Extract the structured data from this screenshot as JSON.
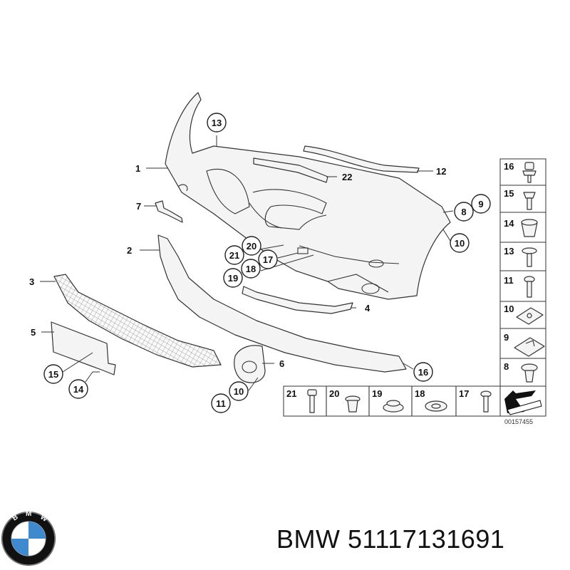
{
  "diagram": {
    "callouts": [
      {
        "id": "c13a",
        "text": "13"
      },
      {
        "id": "c9",
        "text": "9"
      },
      {
        "id": "c8a",
        "text": "8"
      },
      {
        "id": "c10a",
        "text": "10"
      },
      {
        "id": "c20",
        "text": "20"
      },
      {
        "id": "c21",
        "text": "21"
      },
      {
        "id": "c17",
        "text": "17"
      },
      {
        "id": "c19",
        "text": "19"
      },
      {
        "id": "c18",
        "text": "18"
      },
      {
        "id": "c16",
        "text": "16"
      },
      {
        "id": "c15",
        "text": "15"
      },
      {
        "id": "c14",
        "text": "14"
      },
      {
        "id": "c10b",
        "text": "10"
      },
      {
        "id": "c11",
        "text": "11"
      }
    ],
    "labels": [
      {
        "id": "l1",
        "text": "1"
      },
      {
        "id": "l2",
        "text": "2"
      },
      {
        "id": "l3",
        "text": "3"
      },
      {
        "id": "l4",
        "text": "4"
      },
      {
        "id": "l5",
        "text": "5"
      },
      {
        "id": "l6",
        "text": "6"
      },
      {
        "id": "l7",
        "text": "7"
      },
      {
        "id": "l12",
        "text": "12"
      },
      {
        "id": "l22",
        "text": "22"
      }
    ],
    "hardware_column": [
      "16",
      "15",
      "14",
      "13",
      "11",
      "10",
      "9",
      "8"
    ],
    "hardware_row": [
      "21",
      "20",
      "19",
      "18",
      "17"
    ],
    "reference_number": "00157455"
  },
  "brand": {
    "name": "BMW",
    "logo_letters": "BMW"
  },
  "part_number": "51117131691",
  "footer_text": "BMW 51117131691"
}
